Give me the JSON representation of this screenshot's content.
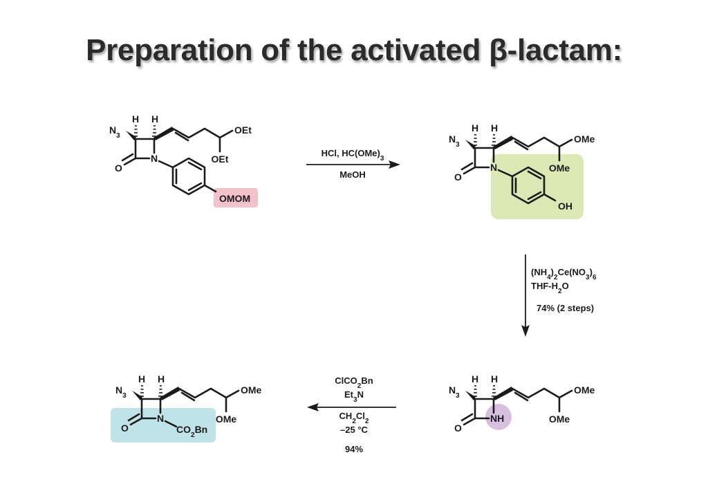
{
  "title": "Preparation of the activated β-lactam:",
  "colors": {
    "pink": "#f2c1cc",
    "green": "#dbe8b4",
    "purple": "#d8bfe0",
    "cyan": "#bfe3e8"
  },
  "molecules": {
    "start": {
      "azide": "N3",
      "h1": "H",
      "h2": "H",
      "n": "N",
      "o": "O",
      "sub_upper": "OEt",
      "sub_lower": "OEt",
      "aryl_sub": "OMOM"
    },
    "phenol": {
      "azide": "N3",
      "h1": "H",
      "h2": "H",
      "n": "N",
      "o": "O",
      "sub_upper": "OMe",
      "sub_lower": "OMe",
      "aryl_sub": "OH"
    },
    "nh_lactam": {
      "azide": "N3",
      "h1": "H",
      "h2": "H",
      "nh": "NH",
      "o": "O",
      "sub_upper": "OMe",
      "sub_lower": "OMe"
    },
    "cbz_lactam": {
      "azide": "N3",
      "h1": "H",
      "h2": "H",
      "n": "N",
      "o": "O",
      "n_sub": "CO2Bn",
      "sub_upper": "OMe",
      "sub_lower": "OMe"
    }
  },
  "steps": {
    "step1": {
      "above": "HCl, HC(OMe)3",
      "below": "MeOH"
    },
    "step2": {
      "line1": "(NH4)2Ce(NO3)6",
      "line2": "THF-H2O",
      "yield": "74% (2 steps)"
    },
    "step3": {
      "line1": "ClCO2Bn",
      "line2": "Et3N",
      "line3": "CH2Cl2",
      "line4": "–25 °C",
      "yield": "94%"
    }
  }
}
